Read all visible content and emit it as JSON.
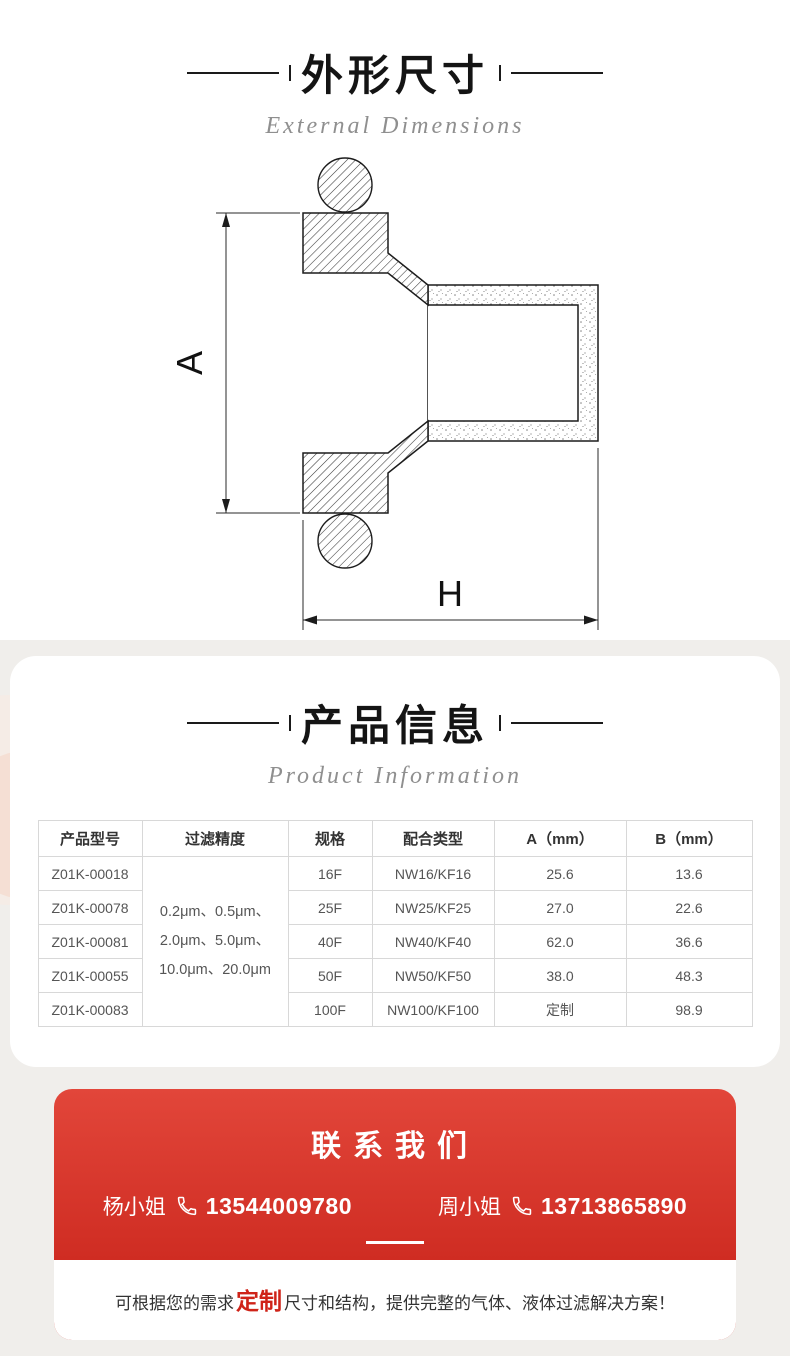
{
  "colors": {
    "accent": "#cf2318",
    "card_red_top": "#e2463a",
    "card_red_bottom": "#c62017",
    "page_gray": "#f0eeeb"
  },
  "dims": {
    "title": "外形尺寸",
    "subtitle": "External Dimensions",
    "dim_vertical_label": "A",
    "dim_horizontal_label": "H"
  },
  "product": {
    "title": "产品信息",
    "subtitle": "Product Information",
    "table": {
      "headers": [
        "产品型号",
        "过滤精度",
        "规格",
        "配合类型",
        "A（mm）",
        "B（mm）"
      ],
      "precision": "0.2μm、0.5μm、\n2.0μm、5.0μm、\n10.0μm、20.0μm",
      "rows": [
        {
          "model": "Z01K-00018",
          "spec": "16F",
          "mate": "NW16/KF16",
          "a": "25.6",
          "b": "13.6"
        },
        {
          "model": "Z01K-00078",
          "spec": "25F",
          "mate": "NW25/KF25",
          "a": "27.0",
          "b": "22.6"
        },
        {
          "model": "Z01K-00081",
          "spec": "40F",
          "mate": "NW40/KF40",
          "a": "62.0",
          "b": "36.6"
        },
        {
          "model": "Z01K-00055",
          "spec": "50F",
          "mate": "NW50/KF50",
          "a": "38.0",
          "b": "48.3"
        },
        {
          "model": "Z01K-00083",
          "spec": "100F",
          "mate": "NW100/KF100",
          "a": "定制",
          "b": "98.9"
        }
      ]
    }
  },
  "contact": {
    "title": "联系我们",
    "people": [
      {
        "name": "杨小姐",
        "phone": "13544009780"
      },
      {
        "name": "周小姐",
        "phone": "13713865890"
      }
    ],
    "note_prefix": "可根据您的需求",
    "note_highlight": "定制",
    "note_suffix": "尺寸和结构，提供完整的气体、液体过滤解决方案！"
  }
}
